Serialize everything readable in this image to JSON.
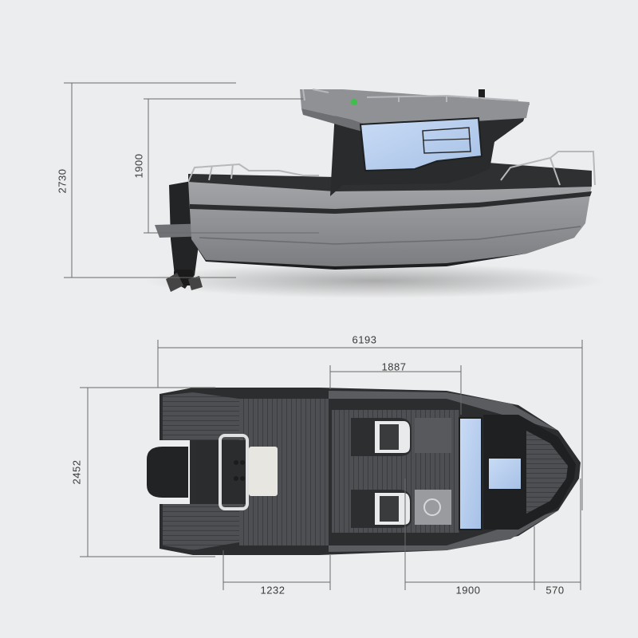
{
  "dimensions": {
    "side_total_height": "2730",
    "side_cabin_height": "1900",
    "top_total_length": "6193",
    "top_cabin_length": "1887",
    "top_beam": "2452",
    "top_aft_deck": "1232",
    "top_mid_section": "1900",
    "top_bow": "570"
  },
  "colors": {
    "background": "#ecedee",
    "hull_gray": "#8d8f92",
    "hull_dark": "#2a2b2d",
    "deck_dark": "#4a4c4f",
    "glass": "#b9cfee",
    "dim_line": "#6a6a6a",
    "nav_light": "#3fbf4a"
  }
}
